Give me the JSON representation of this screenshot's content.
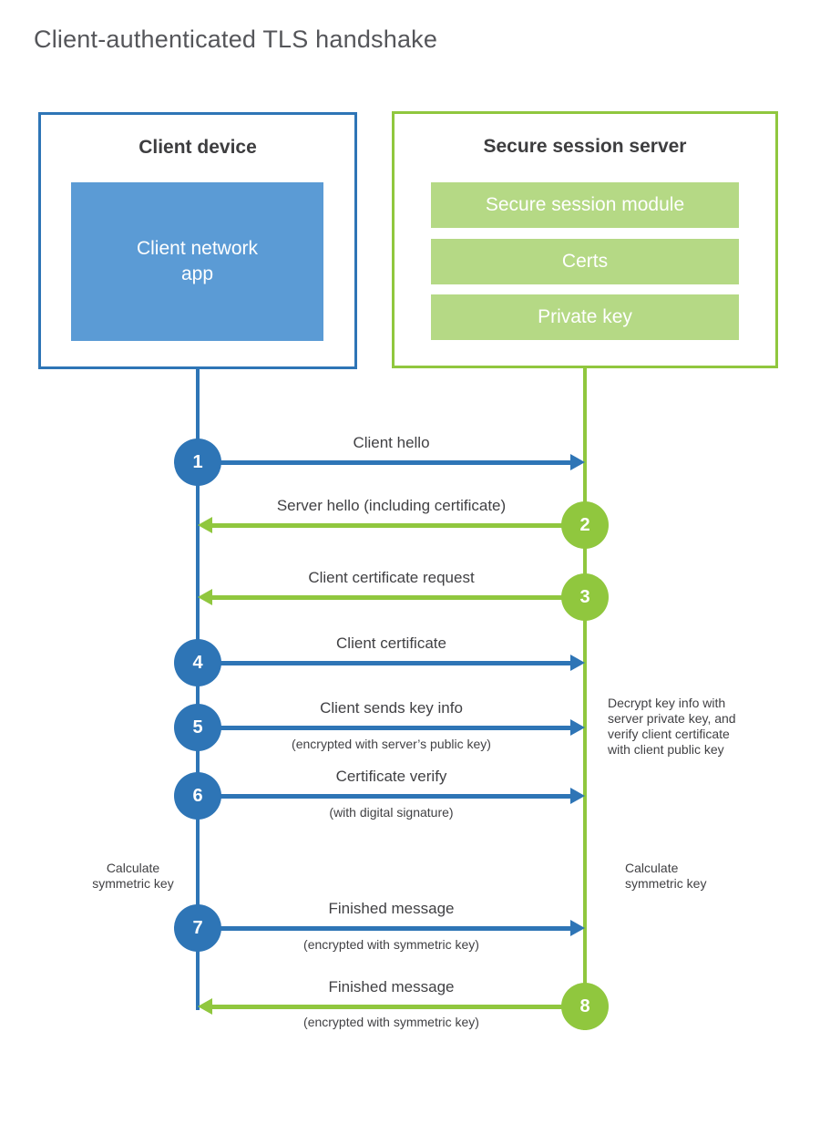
{
  "title": "Client-authenticated TLS handshake",
  "colors": {
    "blue": "#2e75b6",
    "blue_light": "#5b9bd5",
    "green": "#90c73e",
    "green_light": "#b5d985",
    "text": "#414144",
    "title": "#55565a"
  },
  "client_box": {
    "title": "Client device",
    "app_label": "Client network\napp"
  },
  "server_box": {
    "title": "Secure session server",
    "modules": [
      "Secure session module",
      "Certs",
      "Private key"
    ]
  },
  "steps": [
    {
      "number": "1",
      "from": "client",
      "label": "Client hello",
      "sublabel": ""
    },
    {
      "number": "2",
      "from": "server",
      "label": "Server hello (including certificate)",
      "sublabel": ""
    },
    {
      "number": "3",
      "from": "server",
      "label": "Client certificate request",
      "sublabel": ""
    },
    {
      "number": "4",
      "from": "client",
      "label": "Client certificate",
      "sublabel": ""
    },
    {
      "number": "5",
      "from": "client",
      "label": "Client sends key info",
      "sublabel": "(encrypted with server’s public key)"
    },
    {
      "number": "6",
      "from": "client",
      "label": "Certificate verify",
      "sublabel": "(with digital signature)"
    },
    {
      "number": "7",
      "from": "client",
      "label": "Finished message",
      "sublabel": "(encrypted with symmetric key)"
    },
    {
      "number": "8",
      "from": "server",
      "label": "Finished message",
      "sublabel": "(encrypted with symmetric key)"
    }
  ],
  "annotations": {
    "decrypt_note": "Decrypt key info with\nserver private key, and\nverify client certificate\nwith client public key",
    "calc_left": "Calculate\nsymmetric key",
    "calc_right": "Calculate\nsymmetric key"
  }
}
